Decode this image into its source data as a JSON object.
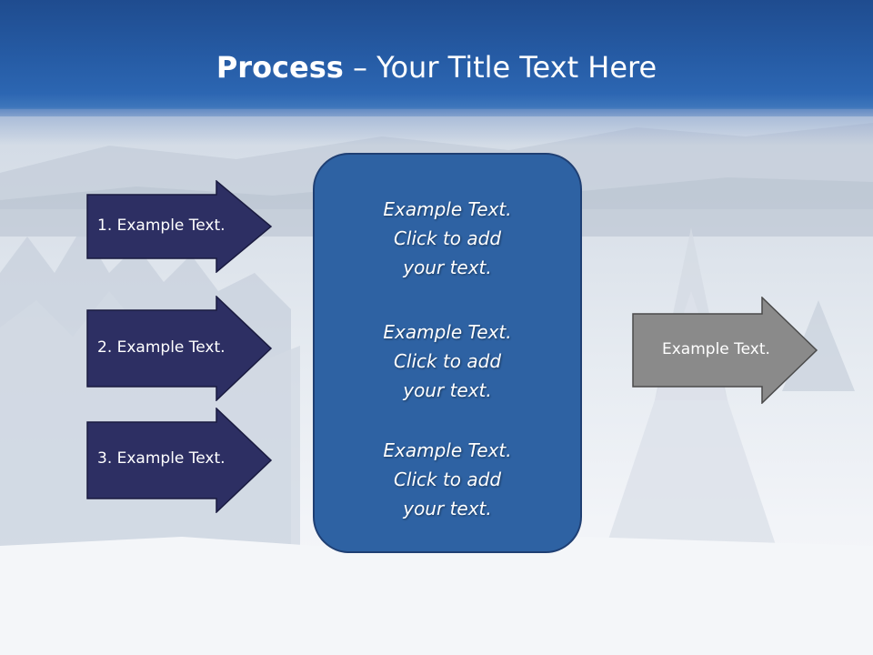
{
  "slide": {
    "title_bold": "Process",
    "title_rest": " – Your Title Text Here"
  },
  "steps": [
    {
      "label": "1. Example Text."
    },
    {
      "label": "2. Example Text."
    },
    {
      "label": "3. Example Text."
    }
  ],
  "center_blocks": [
    {
      "line1": "Example Text.",
      "line2": "Click  to add",
      "line3": "your text."
    },
    {
      "line1": "Example Text.",
      "line2": "Click  to add",
      "line3": "your text."
    },
    {
      "line1": "Example Text.",
      "line2": "Click  to add",
      "line3": "your text."
    }
  ],
  "output": {
    "label": "Example Text."
  },
  "colors": {
    "header": "#255aa3",
    "step_arrow": "#2d2f63",
    "center_box": "#2e62a3",
    "output_arrow": "#8a8a8a"
  }
}
